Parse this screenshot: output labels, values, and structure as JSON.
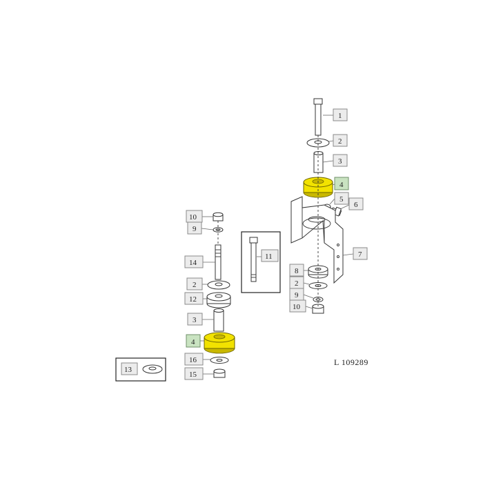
{
  "reference": "L 109289",
  "colors": {
    "highlight_part": "#f2e200",
    "highlight_callout": "#c9e3c1",
    "callout": "#ececec"
  },
  "callouts": {
    "a1": "1",
    "a2": "2",
    "a3": "3",
    "a4": "4",
    "a5": "5",
    "a6": "6",
    "a7": "7",
    "a8": "8",
    "a2b": "2",
    "a9": "9",
    "a10": "10",
    "b10": "10",
    "b9": "9",
    "b14": "14",
    "b2": "2",
    "b12": "12",
    "b3": "3",
    "b4": "4",
    "b16": "16",
    "b15": "15",
    "c11": "11",
    "c13": "13"
  }
}
